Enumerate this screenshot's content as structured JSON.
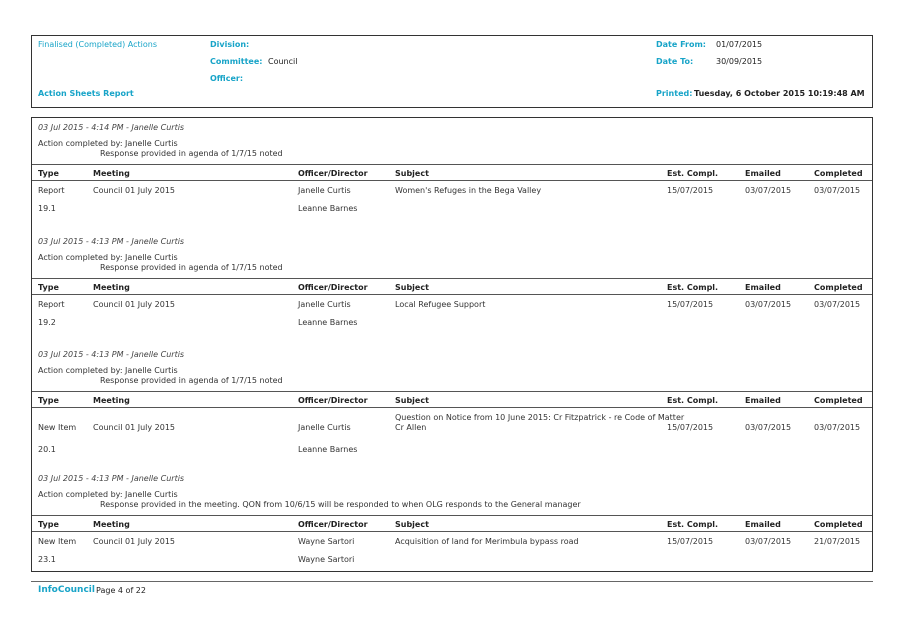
{
  "header": {
    "report_name": "Finalised (Completed) Actions",
    "division_label": "Division:",
    "committee_label": "Committee:",
    "committee_value": "Council",
    "officer_label": "Officer:",
    "date_from_label": "Date From:",
    "date_from_value": "01/07/2015",
    "date_to_label": "Date To:",
    "date_to_value": "30/09/2015",
    "subtitle": "Action Sheets Report",
    "printed_label": "Printed:",
    "printed_value": "Tuesday, 6 October 2015  10:19:48 AM"
  },
  "columns": [
    "Type",
    "Meeting",
    "Officer/Director",
    "Subject",
    "Est. Compl.",
    "Emailed",
    "Completed"
  ],
  "entries": [
    {
      "timestamp": "03 Jul 2015 - 4:14 PM - Janelle Curtis",
      "completed_by": "Action completed by: Janelle Curtis",
      "response": "Response provided in agenda of 1/7/15 noted",
      "type": "Report",
      "number": "19.1",
      "meeting": "Council 01 July 2015",
      "officer": "Janelle Curtis",
      "director": "Leanne Barnes",
      "subject_line1": "Women's Refuges in the Bega Valley",
      "subject_line2": "",
      "est_compl": "15/07/2015",
      "emailed": "03/07/2015",
      "completed": "03/07/2015"
    },
    {
      "timestamp": "03 Jul 2015 - 4:13 PM - Janelle Curtis",
      "completed_by": "Action completed by: Janelle Curtis",
      "response": "Response provided in agenda of 1/7/15 noted",
      "type": "Report",
      "number": "19.2",
      "meeting": "Council 01 July 2015",
      "officer": "Janelle Curtis",
      "director": "Leanne Barnes",
      "subject_line1": "Local Refugee Support",
      "subject_line2": "",
      "est_compl": "15/07/2015",
      "emailed": "03/07/2015",
      "completed": "03/07/2015"
    },
    {
      "timestamp": "03 Jul 2015 - 4:13 PM - Janelle Curtis",
      "completed_by": "Action completed by: Janelle Curtis",
      "response": "Response provided in agenda of 1/7/15 noted",
      "type": "New Item",
      "number": "20.1",
      "meeting": "Council 01 July 2015",
      "officer": "Janelle Curtis",
      "director": "Leanne Barnes",
      "subject_line1": "Question on Notice from 10 June 2015: Cr Fitzpatrick - re  Code of Matter",
      "subject_line2": "Cr Allen",
      "est_compl": "15/07/2015",
      "emailed": "03/07/2015",
      "completed": "03/07/2015"
    },
    {
      "timestamp": "03 Jul 2015 - 4:13 PM - Janelle Curtis",
      "completed_by": "Action completed by: Janelle Curtis",
      "response": "Response provided in the meeting. QON from 10/6/15 will be responded to when OLG responds to the General manager",
      "type": "New Item",
      "number": "23.1",
      "meeting": "Council 01 July 2015",
      "officer": "Wayne Sartori",
      "director": "Wayne Sartori",
      "subject_line1": "Acquisition of land for Merimbula bypass road",
      "subject_line2": "",
      "est_compl": "15/07/2015",
      "emailed": "03/07/2015",
      "completed": "21/07/2015"
    }
  ],
  "footer": {
    "brand": "InfoCouncil",
    "page_text": "Page 4 of 22"
  }
}
